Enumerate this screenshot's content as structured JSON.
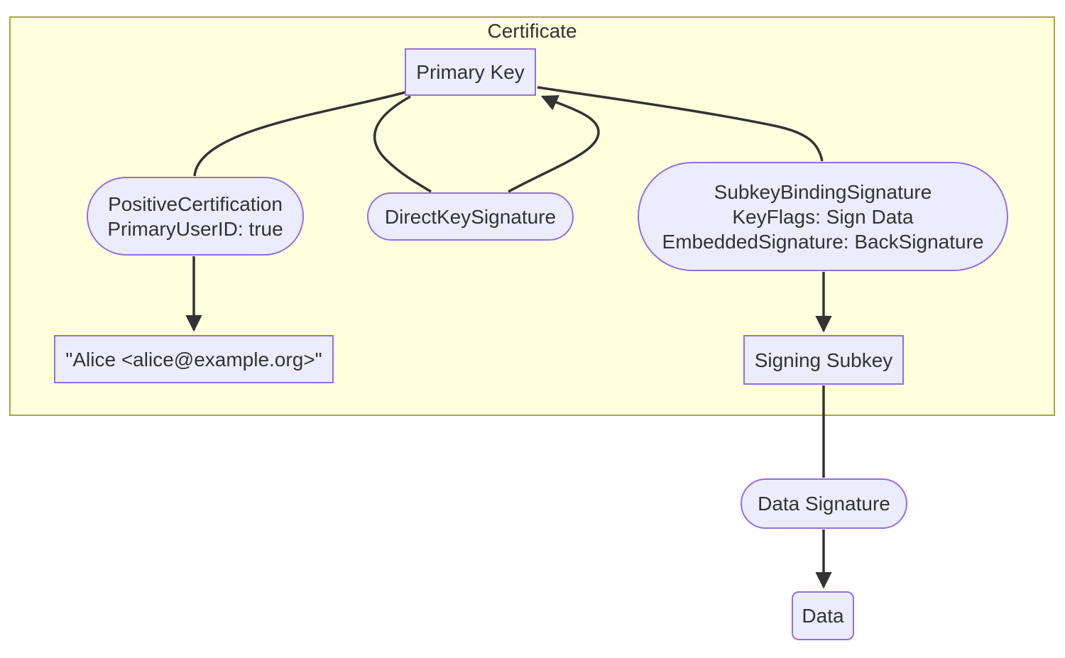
{
  "diagram": {
    "type": "flowchart",
    "cluster": {
      "title": "Certificate"
    },
    "nodes": [
      {
        "id": "primary-key",
        "label": "Primary Key",
        "shape": "rect",
        "in_cluster": true
      },
      {
        "id": "positive-certification",
        "label": "PositiveCertification\nPrimaryUserID: true",
        "shape": "stadium",
        "in_cluster": true
      },
      {
        "id": "direct-key-signature",
        "label": "DirectKeySignature",
        "shape": "stadium",
        "in_cluster": true
      },
      {
        "id": "subkey-binding-signature",
        "label": "SubkeyBindingSignature\nKeyFlags: Sign Data\nEmbeddedSignature: BackSignature",
        "shape": "stadium",
        "in_cluster": true
      },
      {
        "id": "user-id",
        "label": "\"Alice <alice@example.org>\"",
        "shape": "rect",
        "in_cluster": true
      },
      {
        "id": "signing-subkey",
        "label": "Signing Subkey",
        "shape": "rect",
        "in_cluster": true
      },
      {
        "id": "data-signature",
        "label": "Data Signature",
        "shape": "stadium",
        "in_cluster": false
      },
      {
        "id": "data",
        "label": "Data",
        "shape": "rounded",
        "in_cluster": false
      }
    ],
    "edges": [
      {
        "from": "primary-key",
        "to": "positive-certification",
        "arrowhead": false
      },
      {
        "from": "positive-certification",
        "to": "user-id",
        "arrowhead": true
      },
      {
        "from": "primary-key",
        "to": "direct-key-signature",
        "arrowhead": false
      },
      {
        "from": "direct-key-signature",
        "to": "primary-key",
        "arrowhead": true
      },
      {
        "from": "subkey-binding-signature",
        "to": "primary-key",
        "arrowhead": true
      },
      {
        "from": "subkey-binding-signature",
        "to": "signing-subkey",
        "arrowhead": true
      },
      {
        "from": "signing-subkey",
        "to": "data-signature",
        "arrowhead": false
      },
      {
        "from": "data-signature",
        "to": "data",
        "arrowhead": true
      }
    ],
    "colors": {
      "node_fill": "#ECECFF",
      "node_border": "#9370DB",
      "cluster_fill": "#FFFFDE",
      "cluster_border": "#AAAA33",
      "edge": "#333333",
      "text": "#333333",
      "background": "#FFFFFF"
    }
  }
}
